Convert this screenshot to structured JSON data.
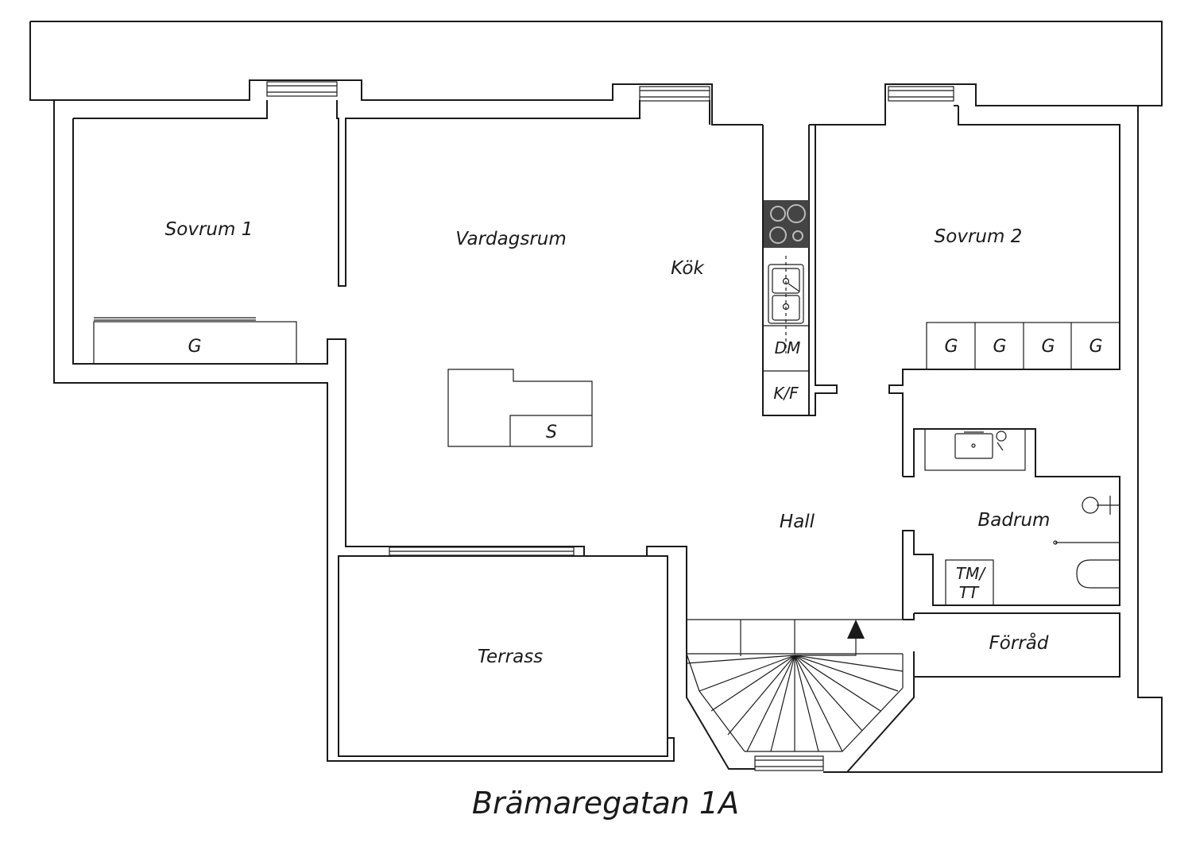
{
  "plan": {
    "title": "Brämaregatan 1A",
    "rooms": {
      "sovrum1": "Sovrum 1",
      "vardagsrum": "Vardagsrum",
      "kok": "Kök",
      "sovrum2": "Sovrum 2",
      "hall": "Hall",
      "badrum": "Badrum",
      "terrass": "Terrass",
      "forrad": "Förråd"
    },
    "fixtures": {
      "wardrobe_sovrum1": "G",
      "wardrobes_sovrum2": [
        "G",
        "G",
        "G",
        "G"
      ],
      "sofa_storage": "S",
      "dishwasher": "DM",
      "fridge_freezer": "K/F",
      "washer_dryer_line1": "TM/",
      "washer_dryer_line2": "TT"
    },
    "colors": {
      "line": "#1a1a1a",
      "stove": "#444444",
      "background": "#ffffff"
    }
  }
}
